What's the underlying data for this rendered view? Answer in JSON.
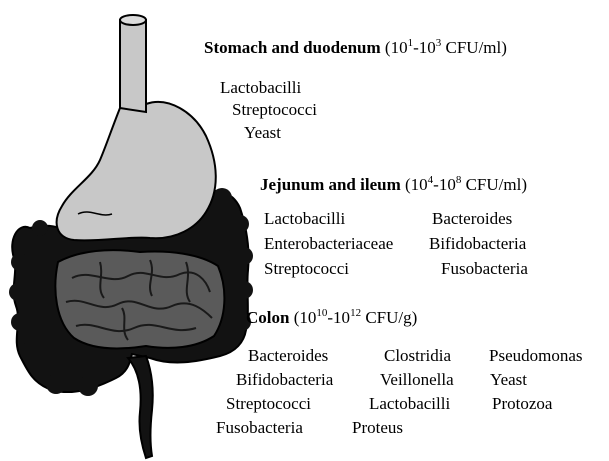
{
  "regions": {
    "stomach": {
      "name": "Stomach and duodenum",
      "range_open": "(10",
      "exp1": "1",
      "dash": "-10",
      "exp2": "3",
      "unit": " CFU/ml)",
      "organisms": [
        "Lactobacilli",
        "Streptococci",
        "Yeast"
      ]
    },
    "jejunum": {
      "name": "Jejunum and ileum",
      "range_open": "(10",
      "exp1": "4",
      "dash": "-10",
      "exp2": "8",
      "unit": " CFU/ml)",
      "organisms": [
        "Lactobacilli",
        "Bacteroides",
        "Enterobacteriaceae",
        "Bifidobacteria",
        "Streptococci",
        "Fusobacteria"
      ]
    },
    "colon": {
      "name": "Colon",
      "range_open": "(10",
      "exp1": "10",
      "dash": "-10",
      "exp2": "12",
      "unit": " CFU/g)",
      "organisms": [
        "Bacteroides",
        "Clostridia",
        "Pseudomonas",
        "Bifidobacteria",
        "Veillonella",
        "Yeast",
        "Streptococci",
        "Lactobacilli",
        "Protozoa",
        "Fusobacteria",
        "Proteus"
      ]
    }
  },
  "colors": {
    "stomach_fill": "#c8c8c8",
    "small_intestine_fill": "#5a5a5a",
    "colon_fill": "#121212",
    "outline": "#000000"
  }
}
